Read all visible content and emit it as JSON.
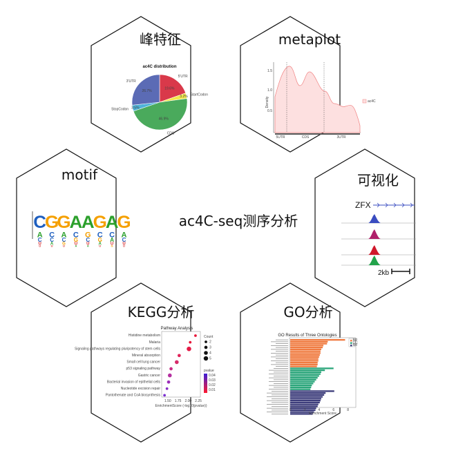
{
  "center_label": "ac4C-seq测序分析",
  "panels": {
    "peak": {
      "title": "峰特征",
      "chart_data": {
        "type": "pie",
        "title": "ac4C distribution",
        "slices": [
          {
            "label": "5'UTR",
            "value": 19.6,
            "text": "19.6%",
            "color": "#d9394a"
          },
          {
            "label": "StartCodon",
            "value": 3.2,
            "text": "3.2%",
            "color": "#f2e84a"
          },
          {
            "label": "CDS",
            "value": 46.9,
            "text": "46.9%",
            "color": "#4aaa5c"
          },
          {
            "label": "StopCodon",
            "value": 3.5,
            "text": "3.5%",
            "color": "#4fb3d9"
          },
          {
            "label": "3'UTR",
            "value": 26.7,
            "text": "26.7%",
            "color": "#5b6bb5"
          }
        ]
      }
    },
    "metaplot": {
      "title": "metaplot",
      "chart_data": {
        "type": "area",
        "ylabel": "Density",
        "x_regions": [
          "5UTR",
          "CDS",
          "3UTR"
        ],
        "legend": "ac4C",
        "yticks": [
          "1.5",
          "1.0",
          "0.5"
        ],
        "color": "#f4a7a7"
      }
    },
    "motif": {
      "title": "motif",
      "top_letters": [
        "C",
        "G",
        "G",
        "A",
        "A",
        "G",
        "A",
        "G"
      ],
      "colors": {
        "A": "#2ca02c",
        "C": "#1f5fbf",
        "G": "#f5a000",
        "U": "#d62728"
      }
    },
    "viz": {
      "title": "可视化",
      "gene": "ZFX",
      "scale_label": "2kb",
      "track_colors": [
        "#3a4cc0",
        "#b0206b",
        "#d0182b",
        "#22a34a"
      ]
    },
    "kegg": {
      "title": "KEGG分析",
      "chart_data": {
        "type": "scatter",
        "title": "Pathway Analysis",
        "xlabel": "EnrichmentScore (-log10(pvalue))",
        "xticks": [
          "1.50",
          "1.75",
          "2.00",
          "2.25"
        ],
        "xlim": [
          1.35,
          2.3
        ],
        "categories": [
          "Histidine metabolism",
          "Malaria",
          "Signaling pathways regulating pluripotency of stem cells",
          "Mineral absorption",
          "Small cell lung cancer",
          "p53 signaling pathway",
          "Gastric cancer",
          "Bacterial invasion of epithelial cells",
          "Nucleotide excision repair",
          "Pantothenate and CoA biosynthesis"
        ],
        "x": [
          2.18,
          2.05,
          2.02,
          1.78,
          1.72,
          1.58,
          1.55,
          1.52,
          1.48,
          1.42
        ],
        "count": [
          2,
          2,
          5,
          3,
          4,
          3,
          4,
          3,
          2,
          2
        ],
        "colors": [
          "#e8173a",
          "#e8173a",
          "#e41a45",
          "#e0245a",
          "#d62b6a",
          "#c92c85",
          "#b42ea0",
          "#9c2eb8",
          "#8a2fc5",
          "#7a2fd0"
        ],
        "legend_count_title": "Count",
        "legend_count": [
          "2",
          "3",
          "4",
          "5"
        ],
        "legend_pvalue_title": "pvalue",
        "legend_pvalue": [
          "0.04",
          "0.03",
          "0.02",
          "0.01"
        ]
      }
    },
    "go": {
      "title": "GO分析",
      "chart_data": {
        "type": "bar",
        "title": "GO Results of Three Ontologies",
        "xlabel": "Enrichment Score",
        "xticks": [
          "0",
          "2",
          "4",
          "6",
          "8"
        ],
        "groups": [
          {
            "name": "BP",
            "color": "#f07a3f",
            "values": [
              7.6,
              5.2,
              5.1,
              4.6,
              4.5,
              4.3,
              4.2,
              4.2,
              4.1,
              4.0,
              3.9,
              3.9,
              3.8,
              3.8,
              3.7
            ]
          },
          {
            "name": "CC",
            "color": "#2aa57a",
            "values": [
              6.0,
              4.8,
              4.3,
              4.2,
              4.0,
              3.8,
              3.6,
              3.4,
              3.2,
              3.0,
              2.9,
              2.8
            ]
          },
          {
            "name": "MF",
            "color": "#3b3b7a",
            "values": [
              6.1,
              4.9,
              4.7,
              4.5,
              4.3,
              4.2,
              4.1,
              3.9,
              3.8,
              3.6,
              3.5,
              3.3,
              3.1
            ]
          }
        ]
      }
    }
  }
}
